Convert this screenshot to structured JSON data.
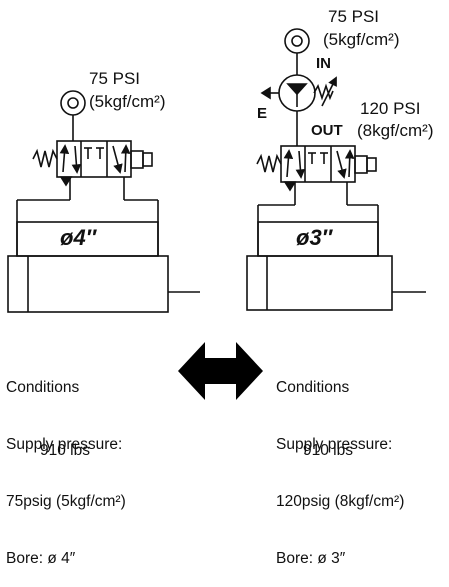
{
  "left_circuit": {
    "pressure_psi": "75 PSI",
    "pressure_kgf": "(5kgf/cm²)",
    "bore_label": "ø4″"
  },
  "right_circuit": {
    "in_pressure_psi": "75 PSI",
    "in_pressure_kgf": "(5kgf/cm²)",
    "in_label": "IN",
    "exhaust_label": "E",
    "out_pressure_psi": "120 PSI",
    "out_label": "OUT",
    "out_pressure_kgf": "(8kgf/cm²)",
    "bore_label": "ø3″"
  },
  "conditions_left": {
    "title": "Conditions",
    "supply_label": "Supply pressure:",
    "supply_value": "75psig (5kgf/cm²)",
    "bore": "Bore: ø 4″"
  },
  "conditions_right": {
    "title": "Conditions",
    "supply_label": "Supply pressure:",
    "supply_value": "120psig (8kgf/cm²)",
    "bore": "Bore: ø 3″"
  },
  "force_left": "910 lbs",
  "force_right": "910 lbs"
}
